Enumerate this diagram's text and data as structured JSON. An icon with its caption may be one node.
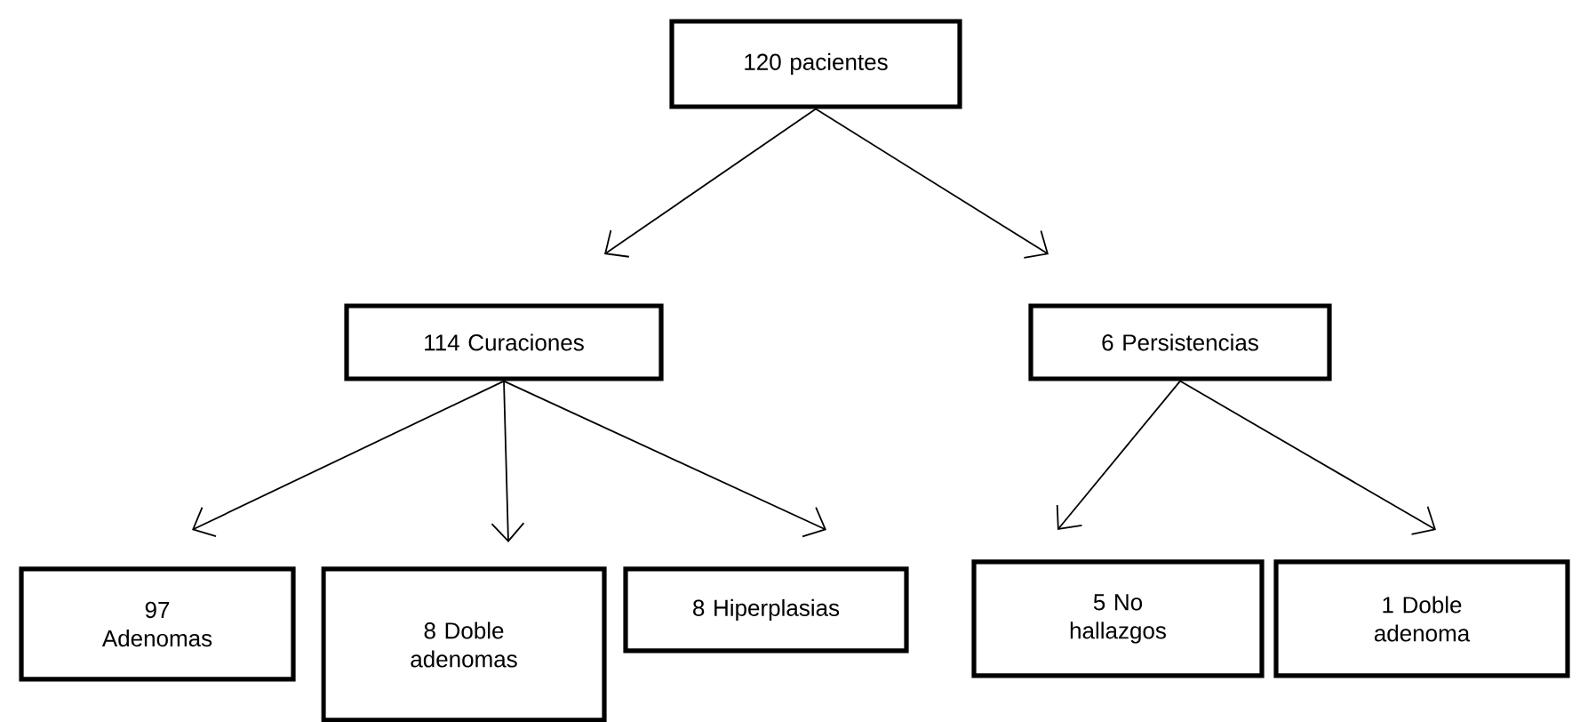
{
  "diagram": {
    "nodes": [
      {
        "text": [
          "120 pacientes"
        ]
      },
      {
        "text": [
          "114 Curaciones"
        ]
      },
      {
        "text": [
          "6 Persistencias"
        ]
      },
      {
        "text": [
          "97 Adenomas"
        ]
      },
      {
        "text": [
          "8 Doble adenomas"
        ]
      },
      {
        "text": [
          "8 Hiperplasias"
        ]
      },
      {
        "text": [
          "5 No hallazgos"
        ]
      },
      {
        "text": [
          "1 Doble adenoma"
        ]
      }
    ],
    "edges": [
      {
        "from": 0,
        "to": 1,
        "arrow": "to"
      },
      {
        "from": 0,
        "to": 2,
        "arrow": "to"
      },
      {
        "from": 1,
        "to": 3,
        "arrow": "to"
      },
      {
        "from": 1,
        "to": 4,
        "arrow": "to"
      },
      {
        "from": 1,
        "to": 5,
        "arrow": "to"
      },
      {
        "from": 2,
        "to": 6,
        "arrow": "to"
      },
      {
        "from": 2,
        "to": 7,
        "arrow": "to"
      }
    ]
  }
}
